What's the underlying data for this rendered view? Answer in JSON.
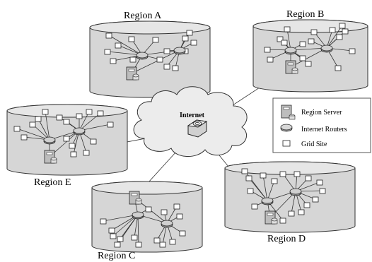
{
  "center": {
    "label": "Internet"
  },
  "regions": [
    {
      "id": "A",
      "label": "Region A"
    },
    {
      "id": "B",
      "label": "Region B"
    },
    {
      "id": "E",
      "label": "Region E"
    },
    {
      "id": "C",
      "label": "Region C"
    },
    {
      "id": "D",
      "label": "Region D"
    }
  ],
  "legend": {
    "items": [
      {
        "icon": "region-server-icon",
        "label": "Region Server"
      },
      {
        "icon": "internet-router-icon",
        "label": "Internet Routers"
      },
      {
        "icon": "grid-site-icon",
        "label": "Grid Site"
      }
    ]
  },
  "colors": {
    "region_fill": "#d6d6d6",
    "region_stroke": "#333333",
    "cloud_fill": "#ececec",
    "line": "#333333",
    "node_fill": "#ffffff"
  }
}
